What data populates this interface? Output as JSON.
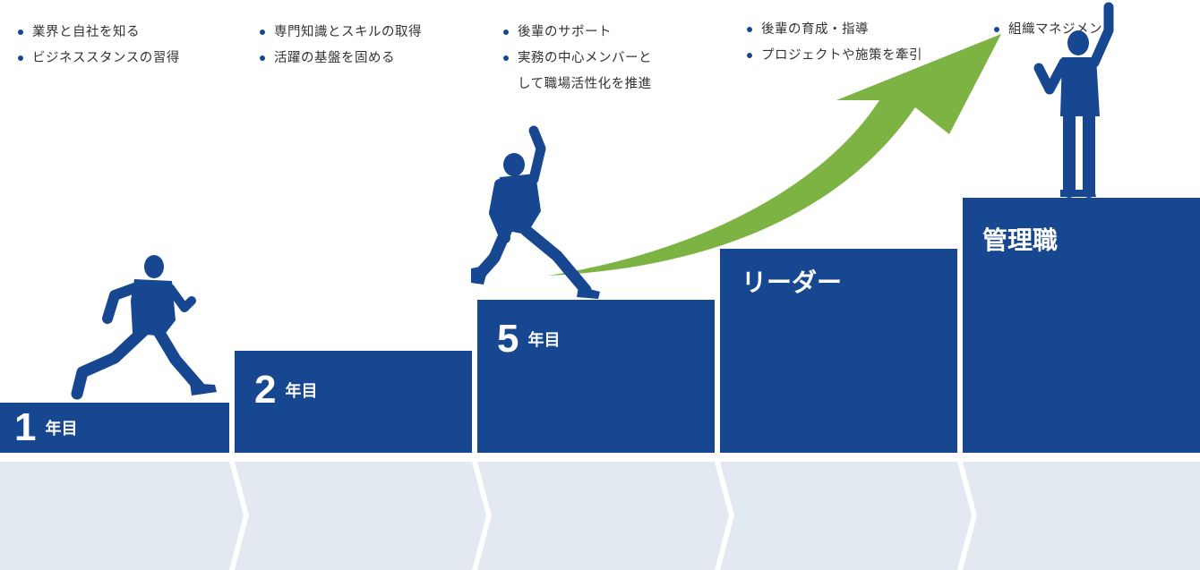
{
  "steps": [
    {
      "number": "1",
      "unit": "年目",
      "points": [
        "業界と自社を知る",
        "ビジネススタンスの習得"
      ]
    },
    {
      "number": "2",
      "unit": "年目",
      "points": [
        "専門知識とスキルの取得",
        "活躍の基盤を固める"
      ]
    },
    {
      "number": "5",
      "unit": "年目",
      "points": [
        "後輩のサポート",
        "実務の中心メンバーと",
        "して職場活性化を推進"
      ]
    },
    {
      "title": "リーダー",
      "points": [
        "後輩の育成・指導",
        "プロジェクトや施策を牽引"
      ]
    },
    {
      "title": "管理職",
      "points": [
        "組織マネジメント"
      ]
    }
  ],
  "colors": {
    "block": "#164790",
    "band": "#e3e9f1",
    "arrow": "#7cb342",
    "figure": "#164790"
  },
  "icons": [
    "runner-figure-icon",
    "leaping-figure-icon",
    "victory-figure-icon",
    "growth-arrow-icon"
  ]
}
